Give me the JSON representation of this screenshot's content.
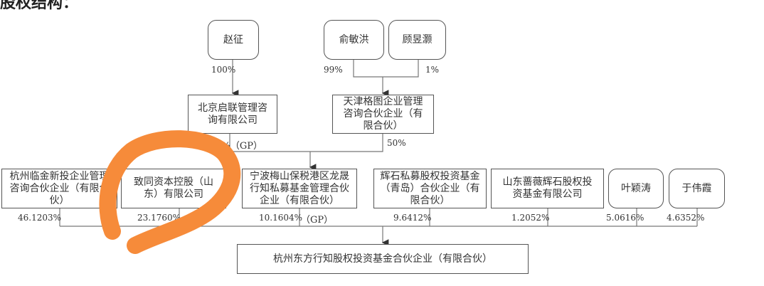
{
  "heading": "股权结构：",
  "top": {
    "zhao_zheng": "赵征",
    "yu_minhong": "俞敏洪",
    "gu_yuhao": "顾昱灏",
    "pct_zhao": "100%",
    "pct_yu": "99%",
    "pct_gu": "1%"
  },
  "middle": {
    "beijing_qilian": "北京启联管理咨询有限公司",
    "tianjin_getu": "天津格图企业管理咨询合伙企业（有限合伙）",
    "pct_beijing": "50%（GP）",
    "pct_tianjin": "50%"
  },
  "shareholders": [
    {
      "name": "杭州临金新投企业管理咨询合伙企业（有限合伙）",
      "pct": "46.1203%"
    },
    {
      "name": "致同资本控股（山东）有限公司",
      "pct": "23.1760%"
    },
    {
      "name": "宁波梅山保税港区龙晟行知私募基金管理合伙企业（有限合伙）",
      "pct": "10.1604%",
      "note": "（GP）"
    },
    {
      "name": "辉石私募股权投资基金（青岛）合伙企业（有限合伙）",
      "pct": "9.6412%"
    },
    {
      "name": "山东蔷薇辉石股权投资基金有限公司",
      "pct": "1.2052%"
    },
    {
      "name": "叶颖涛",
      "pct": "5.0616%"
    },
    {
      "name": "于伟霞",
      "pct": "4.6352%"
    }
  ],
  "target": "杭州东方行知股权投资基金合伙企业（有限合伙）",
  "colors": {
    "annotation": "#f68b3a",
    "line": "#666666"
  }
}
